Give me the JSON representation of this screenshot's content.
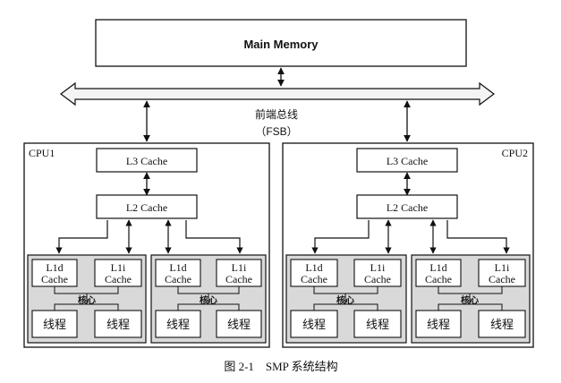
{
  "diagram": {
    "main_memory": "Main Memory",
    "bus_label": "前端总线",
    "bus_abbrev": "（FSB）",
    "caption": "图 2-1    SMP 系统结构",
    "cpus": [
      {
        "name": "CPU1",
        "l3": "L3 Cache",
        "l2": "L2 Cache",
        "cores": [
          {
            "l1d": [
              "L1d",
              "Cache"
            ],
            "l1i": [
              "L1i",
              "Cache"
            ],
            "core_label": "核心",
            "threads": [
              "线程",
              "线程"
            ]
          },
          {
            "l1d": [
              "L1d",
              "Cache"
            ],
            "l1i": [
              "L1i",
              "Cache"
            ],
            "core_label": "核心",
            "threads": [
              "线程",
              "线程"
            ]
          }
        ]
      },
      {
        "name": "CPU2",
        "l3": "L3 Cache",
        "l2": "L2 Cache",
        "cores": [
          {
            "l1d": [
              "L1d",
              "Cache"
            ],
            "l1i": [
              "L1i",
              "Cache"
            ],
            "core_label": "核心",
            "threads": [
              "线程",
              "线程"
            ]
          },
          {
            "l1d": [
              "L1d",
              "Cache"
            ],
            "l1i": [
              "L1i",
              "Cache"
            ],
            "core_label": "核心",
            "threads": [
              "线程",
              "线程"
            ]
          }
        ]
      }
    ]
  }
}
